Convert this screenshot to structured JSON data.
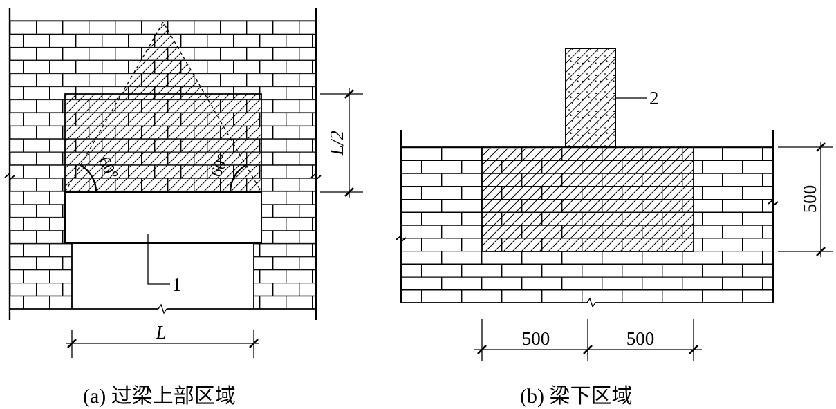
{
  "figure_a": {
    "caption": "(a) 过梁上部区域",
    "lintel_label": "1",
    "width_dimension": "L",
    "height_dimension": "L/2",
    "angle_left": "60°",
    "angle_right": "60°"
  },
  "figure_b": {
    "caption": "(b) 梁下区域",
    "beam_label": "2",
    "height_dimension": "500",
    "width_dimension_left": "500",
    "width_dimension_right": "500"
  }
}
